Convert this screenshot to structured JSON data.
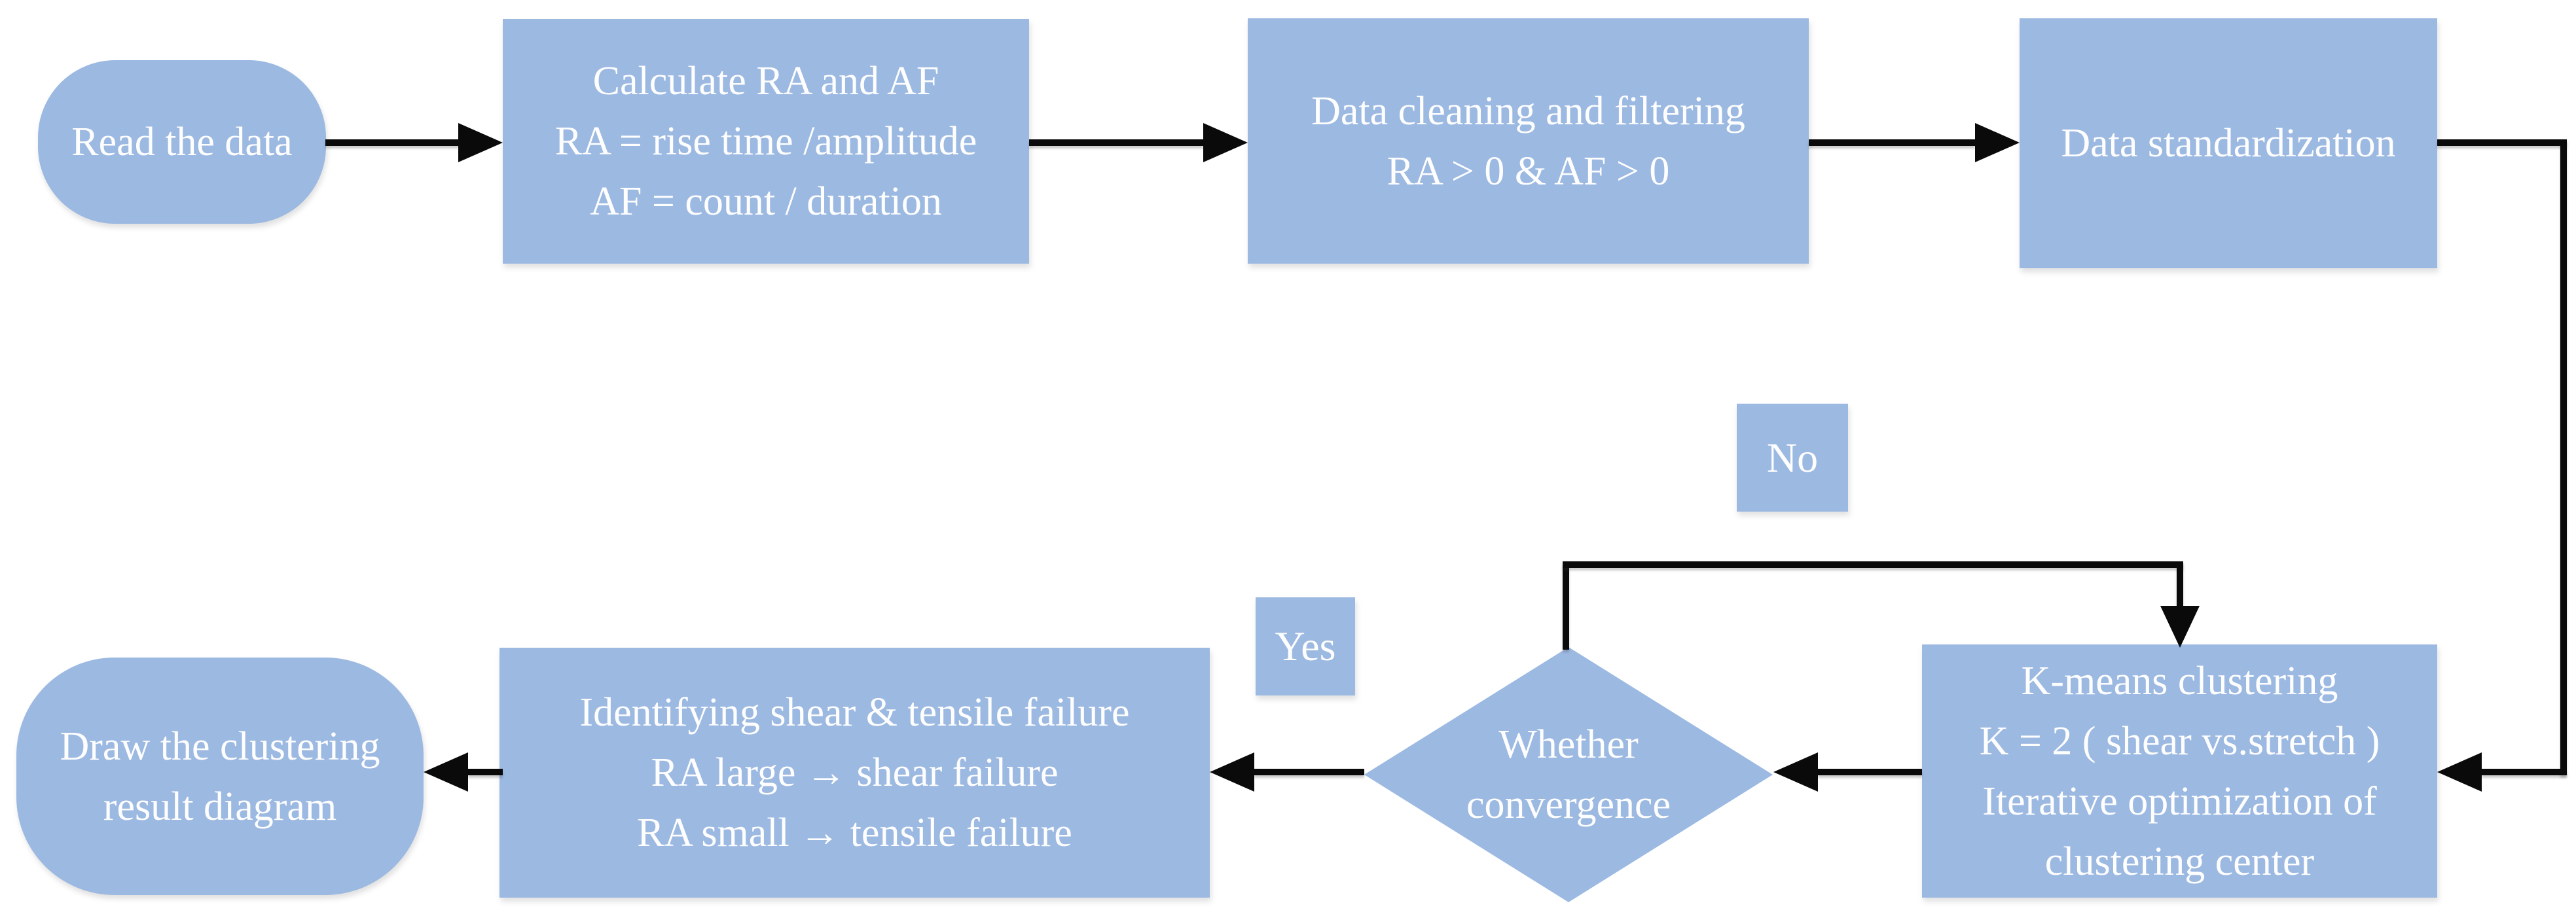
{
  "diagram": {
    "title": "K-means AE clustering flowchart",
    "colors": {
      "node_fill": "#9cb9e2",
      "text": "#fefefe",
      "connector": "#0a0a0a",
      "background": "#ffffff"
    },
    "nodes": {
      "read_data": {
        "type": "terminator",
        "label": "Read the data"
      },
      "calculate": {
        "type": "process",
        "lines": [
          "Calculate RA and AF",
          "RA = rise time /amplitude",
          "AF = count / duration"
        ]
      },
      "cleaning": {
        "type": "process",
        "lines": [
          "Data cleaning and filtering",
          "RA > 0 & AF > 0"
        ]
      },
      "standardization": {
        "type": "process",
        "label": "Data standardization"
      },
      "kmeans": {
        "type": "process",
        "lines": [
          "K-means clustering",
          "K = 2 ( shear vs.stretch )",
          "Iterative optimization of",
          "clustering center"
        ]
      },
      "convergence": {
        "type": "decision",
        "lines": [
          "Whether",
          "convergence"
        ]
      },
      "identify": {
        "type": "process",
        "lines": [
          "Identifying shear & tensile failure",
          "RA large → shear failure",
          "RA small → tensile failure"
        ]
      },
      "draw_result": {
        "type": "terminator",
        "lines": [
          "Draw the clustering",
          "result diagram"
        ]
      },
      "yes_label": {
        "type": "branch-label",
        "label": "Yes"
      },
      "no_label": {
        "type": "branch-label",
        "label": "No"
      }
    }
  }
}
